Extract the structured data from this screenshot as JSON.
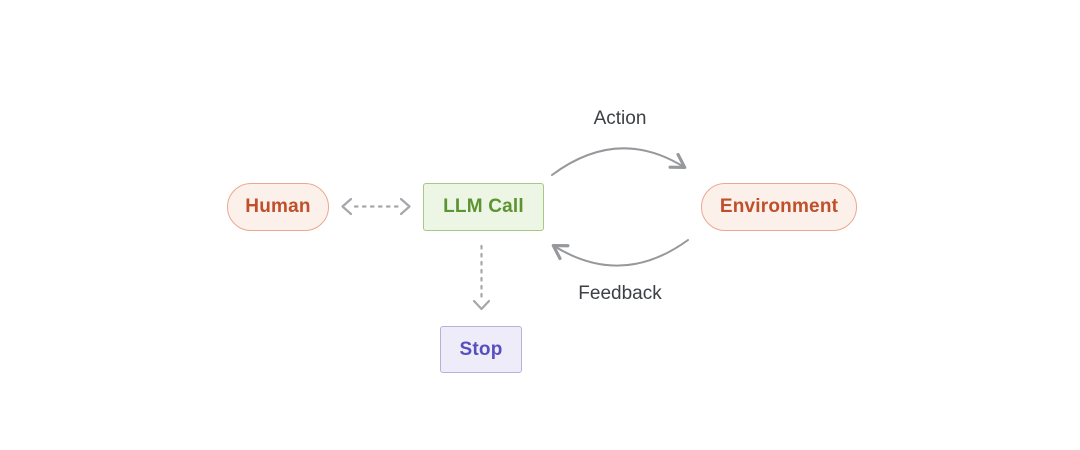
{
  "diagram": {
    "title": "agent-loop-diagram",
    "nodes": {
      "human": {
        "label": "Human",
        "shape": "pill",
        "text_color": "#c04f2b",
        "bg": "#fcf0ea",
        "border": "#eba891"
      },
      "llm_call": {
        "label": "LLM Call",
        "shape": "rect",
        "text_color": "#5c9433",
        "bg": "#edf5e4",
        "border": "#a3c983"
      },
      "environment": {
        "label": "Environment",
        "shape": "pill",
        "text_color": "#c04f2b",
        "bg": "#fcf0ea",
        "border": "#eba891"
      },
      "stop": {
        "label": "Stop",
        "shape": "rect",
        "text_color": "#584fbf",
        "bg": "#edecf8",
        "border": "#b7b2dd"
      }
    },
    "edges": {
      "action": {
        "label": "Action",
        "from": "llm_call",
        "to": "environment",
        "style": "solid-curve-over"
      },
      "feedback": {
        "label": "Feedback",
        "from": "environment",
        "to": "llm_call",
        "style": "solid-curve-under"
      },
      "human_llm": {
        "label": "",
        "from": "human",
        "to": "llm_call",
        "style": "dashed-double-arrow"
      },
      "llm_stop": {
        "label": "",
        "from": "llm_call",
        "to": "stop",
        "style": "dashed-arrow"
      }
    },
    "colors": {
      "curve_arrow_gray": "#96989c",
      "dashed_arrow_gray": "#a4a7ab",
      "edge_label_text": "#3d4046",
      "background": "#ffffff"
    }
  }
}
